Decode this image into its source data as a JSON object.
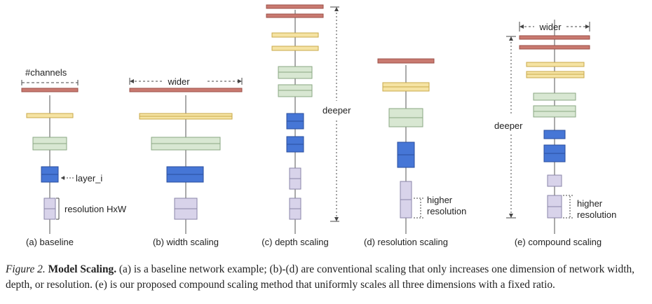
{
  "panels": {
    "baseline": {
      "label": "(a) baseline",
      "channels_label": "#channels",
      "layer_label": "layer_i",
      "resolution_label": "resolution HxW"
    },
    "width": {
      "label": "(b) width scaling",
      "wider_label": "wider"
    },
    "depth": {
      "label": "(c) depth scaling",
      "deeper_label": "deeper"
    },
    "resolution": {
      "label": "(d) resolution scaling",
      "higher_label": "higher",
      "resolution_label": "resolution"
    },
    "compound": {
      "label": "(e) compound scaling",
      "wider_label": "wider",
      "deeper_label": "deeper",
      "higher_label": "higher",
      "resolution_label": "resolution"
    }
  },
  "caption": {
    "figure_label": "Figure 2.",
    "title": "Model Scaling.",
    "text": "(a) is a baseline network example; (b)-(d) are conventional scaling that only increases one dimension of network width, depth, or resolution. (e) is our proposed compound scaling method that uniformly scales all three dimensions with a fixed ratio."
  },
  "colors": {
    "red_layer": "#c97a70",
    "red_stroke": "#9b4f47",
    "yellow_layer": "#f5e3a3",
    "yellow_stroke": "#c9a84a",
    "green_layer": "#d8e7d2",
    "green_stroke": "#8aa783",
    "blue_layer": "#4676d6",
    "blue_stroke": "#2b4f9e",
    "lavender_layer": "#d8d3ea",
    "lavender_stroke": "#8a84a8",
    "line": "#555555"
  }
}
